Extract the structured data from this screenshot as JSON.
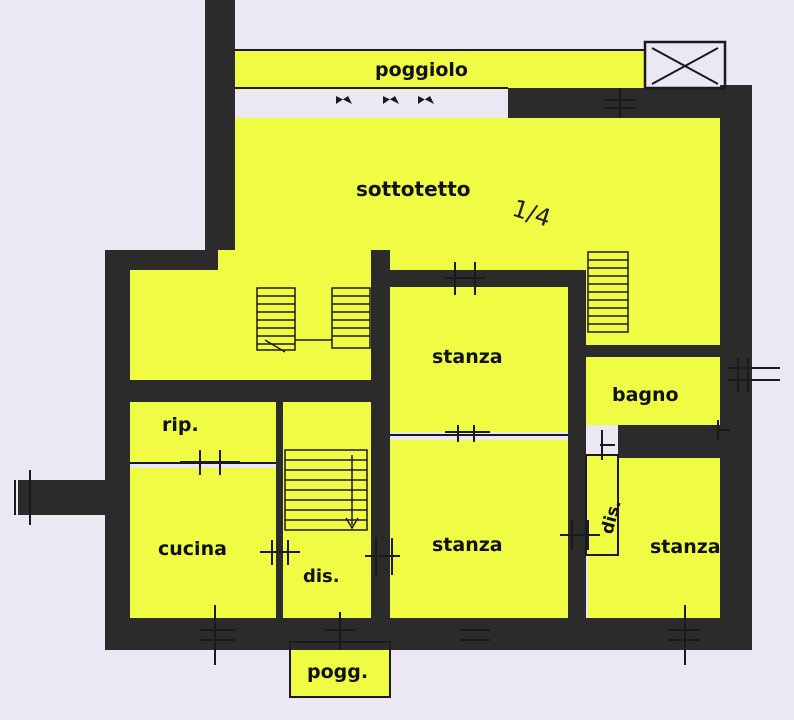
{
  "rooms": {
    "poggiolo": "poggiolo",
    "sottotetto": "sottotetto",
    "stanza_center": "stanza",
    "bagno": "bagno",
    "rip": "rip.",
    "cucina": "cucina",
    "dis_center": "dis.",
    "stanza_lower": "stanza",
    "dis_vertical": "dis.",
    "stanza_right": "stanza",
    "pogg": "pogg."
  },
  "annotation": "1/4",
  "colors": {
    "background": "#ebe8f4",
    "fill": "#f0fb44",
    "wall": "#2b2b2b",
    "line": "#1a1a1a"
  }
}
